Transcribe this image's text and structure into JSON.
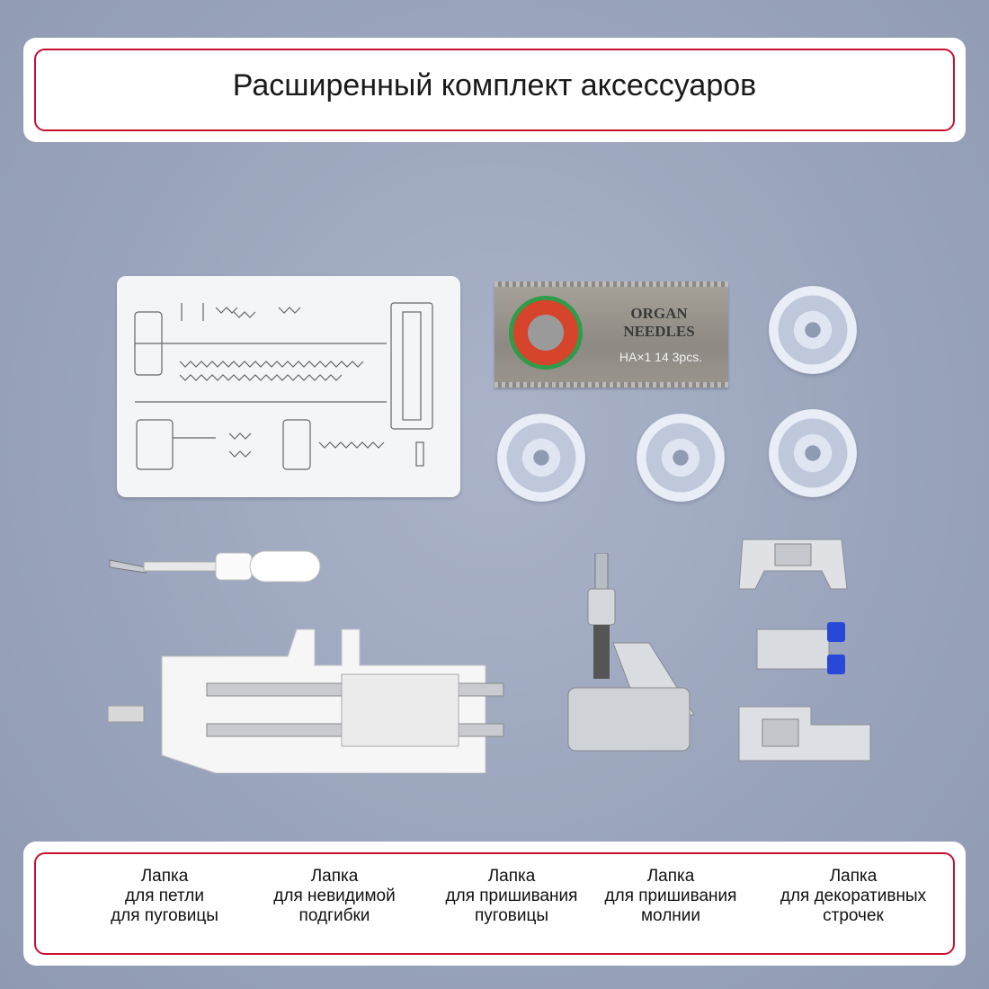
{
  "header": {
    "title": "Расширенный комплект аксессуаров"
  },
  "footer": {
    "captions": [
      {
        "line1": "Лапка",
        "line2": "для петли",
        "line3": "для пуговицы"
      },
      {
        "line1": "Лапка",
        "line2": "для невидимой",
        "line3": "подгибки"
      },
      {
        "line1": "Лапка",
        "line2": "для пришивания",
        "line3": "пуговицы"
      },
      {
        "line1": "Лапка",
        "line2": "для пришивания",
        "line3": "молнии"
      },
      {
        "line1": "Лапка",
        "line2": "для декоративных",
        "line3": "строчек"
      }
    ]
  },
  "needle_pack": {
    "brand_line1": "ORGAN",
    "brand_line2": "NEEDLES",
    "spec": "HA×1 14 3pcs."
  },
  "colors": {
    "accent": "#c8102e",
    "background": "#9ba6bd"
  }
}
